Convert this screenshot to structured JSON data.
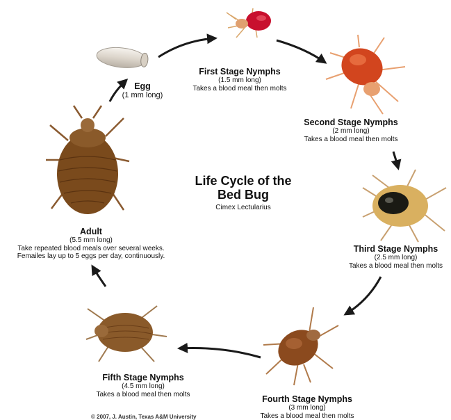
{
  "diagram": {
    "title_line1": "Life Cycle of the",
    "title_line2": "Bed Bug",
    "subtitle": "Cimex Lectularius",
    "copyright": "© 2007, J. Austin, Texas A&M University",
    "stages": {
      "egg": {
        "name": "Egg",
        "detail1": "(1 mm long)"
      },
      "first": {
        "name": "First Stage Nymphs",
        "detail1": "(1.5 mm long)",
        "detail2": "Takes a blood meal then molts"
      },
      "second": {
        "name": "Second Stage Nymphs",
        "detail1": "(2 mm long)",
        "detail2": "Takes a blood meal then molts"
      },
      "third": {
        "name": "Third Stage Nymphs",
        "detail1": "(2.5 mm long)",
        "detail2": "Takes a blood meal then molts"
      },
      "fourth": {
        "name": "Fourth Stage Nymphs",
        "detail1": "(3 mm long)",
        "detail2": "Takes a blood meal then molts"
      },
      "fifth": {
        "name": "Fifth Stage Nymphs",
        "detail1": "(4.5 mm long)",
        "detail2": "Takes a blood meal then molts"
      },
      "adult": {
        "name": "Adult",
        "detail1": "(5.5 mm long)",
        "detail2": "Take repeated blood meals over several weeks.",
        "detail3": "Femailes lay up to 5 eggs per day, continuously."
      }
    },
    "colors": {
      "arrow": "#1a1a1a",
      "nymph1": "#c8102e",
      "nymph2": "#d2451e",
      "nymph3": "#d9b060",
      "nymph4": "#8b4a1e",
      "nymph5": "#8a5a2a",
      "adult": "#7a4a1c",
      "egg": "#e9e4dc"
    }
  }
}
